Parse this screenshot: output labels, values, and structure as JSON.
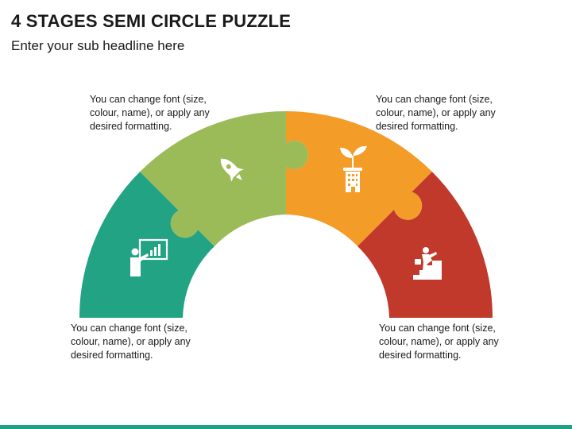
{
  "header": {
    "title": "4 STAGES SEMI CIRCLE PUZZLE",
    "subtitle": "Enter your sub headline here"
  },
  "stages": [
    {
      "text": "You can change font (size, colour, name), or apply any desired formatting.",
      "color": "#22a384",
      "icon": "presentation-chart-icon"
    },
    {
      "text": "You can change font (size, colour, name), or apply any desired formatting.",
      "color": "#9bbb59",
      "icon": "rocket-icon"
    },
    {
      "text": "You can change font (size, colour, name), or apply any desired formatting.",
      "color": "#f39c28",
      "icon": "plant-growth-icon"
    },
    {
      "text": "You can change font (size, colour, name), or apply any desired formatting.",
      "color": "#c0392b",
      "icon": "climbing-stairs-icon"
    }
  ],
  "footer": {
    "color": "#1fa187"
  }
}
